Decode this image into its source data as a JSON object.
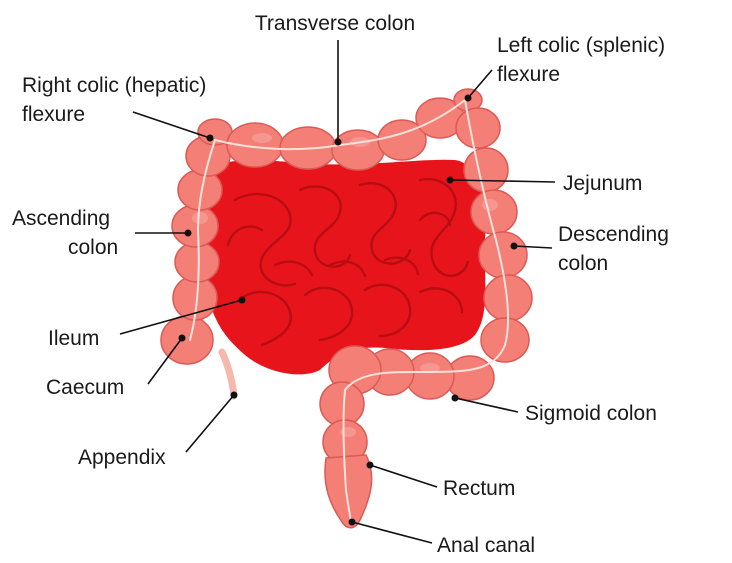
{
  "labels": {
    "transverse_colon": "Transverse colon",
    "left_colic_line1": "Left colic (splenic)",
    "left_colic_line2": "flexure",
    "right_colic_line1": "Right colic (hepatic)",
    "right_colic_line2": "flexure",
    "jejunum": "Jejunum",
    "ascending_line1": "Ascending",
    "ascending_line2": "colon",
    "descending_line1": "Descending",
    "descending_line2": "colon",
    "ileum": "Ileum",
    "caecum": "Caecum",
    "appendix": "Appendix",
    "sigmoid": "Sigmoid colon",
    "rectum": "Rectum",
    "anal_canal": "Anal canal"
  },
  "colors": {
    "small_intestine": "#e8141b",
    "small_intestine_fold": "#b80d12",
    "colon": "#f37f77",
    "colon_highlight": "#f9aaa3",
    "colon_shadow": "#dc5a55",
    "appendix": "#f6b7ad"
  }
}
